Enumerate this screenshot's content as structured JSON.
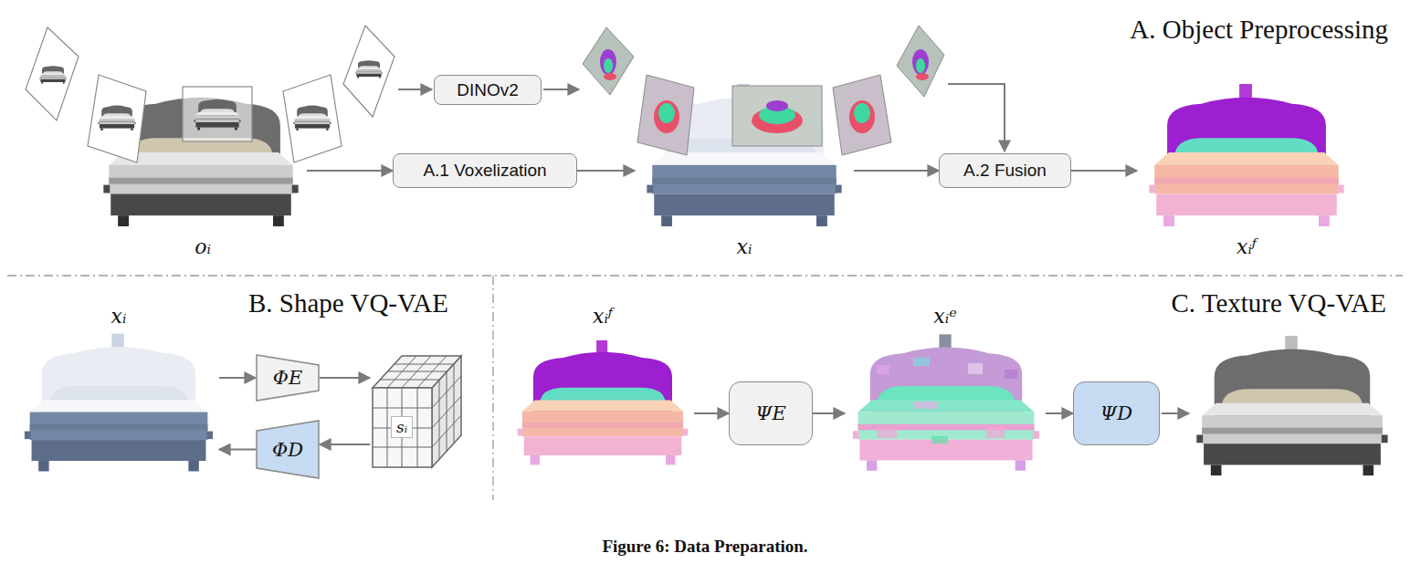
{
  "diagram": {
    "caption": "Figure 6: Data Preparation.",
    "nodes": [
      {
        "text": [
          "oᵢ"
        ]
      },
      {
        "text": [
          "DINOv2"
        ]
      },
      {
        "text": [
          "A.1 Voxelization"
        ]
      },
      {
        "text": [
          "xᵢ"
        ]
      },
      {
        "text": [
          "A.2 Fusion"
        ]
      },
      {
        "text": [
          "xᵢᶠ"
        ]
      },
      {
        "text": [
          "xᵢ"
        ]
      },
      {
        "text": [
          "ΦE"
        ]
      },
      {
        "text": [
          "sᵢ"
        ]
      },
      {
        "text": [
          "ΦD"
        ]
      },
      {
        "text": [
          "xᵢᶠ"
        ]
      },
      {
        "text": [
          "ΨE"
        ]
      },
      {
        "text": [
          "xᵢᵉ"
        ]
      },
      {
        "text": [
          "ΨD"
        ]
      }
    ],
    "edges": [
      {
        "from": 0,
        "to": 2,
        "arrow": "to"
      },
      {
        "from": 2,
        "to": 3,
        "arrow": "to"
      },
      {
        "from": 3,
        "to": 4,
        "arrow": "to"
      },
      {
        "from": 4,
        "to": 5,
        "arrow": "to"
      },
      {
        "from": 6,
        "to": 7,
        "arrow": "to"
      },
      {
        "from": 7,
        "to": 8,
        "arrow": "to"
      },
      {
        "from": 8,
        "to": 9,
        "arrow": "to"
      },
      {
        "from": 9,
        "to": 6,
        "arrow": "to"
      },
      {
        "from": 10,
        "to": 11,
        "arrow": "to"
      },
      {
        "from": 11,
        "to": 12,
        "arrow": "to"
      },
      {
        "from": 12,
        "to": 13,
        "arrow": "to"
      }
    ],
    "labels": [
      "A. Object Preprocessing",
      "B. Shape VQ-VAE",
      "C. Texture VQ-VAE"
    ]
  }
}
